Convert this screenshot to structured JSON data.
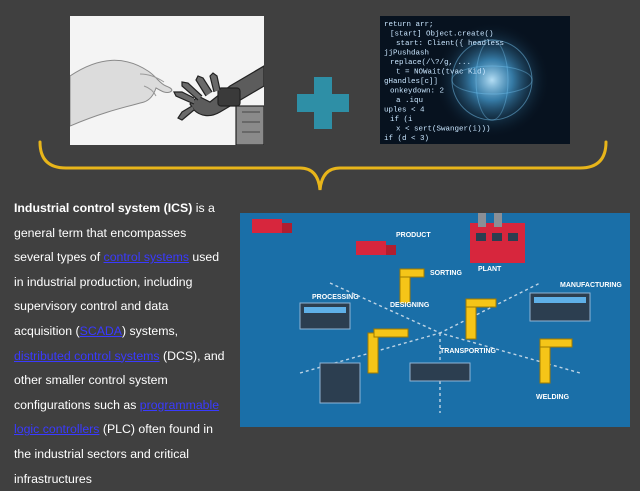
{
  "brace_color": "#e8b51a",
  "accent_color": "#2e8fa6",
  "link_color": "#3a3aff",
  "images": {
    "hands": {
      "icon": "human-robot-hands-icon"
    },
    "code": {
      "icon": "code-globe-icon",
      "code_lines": [
        "return arr;",
        "[start] Object.create()",
        "start: Client({ headless",
        "jjPushdash",
        "replace(/\\?/g, ...",
        "t = NOWait(tvac Kid)",
        "gHandles[c]]",
        "onkeydown: 2",
        "a .iqu",
        "uples < 4",
        "if (i",
        "x < sert(Swanger(i)))",
        "if (d < 3)"
      ]
    },
    "factory": {
      "icon": "smart-factory-icon",
      "labels": [
        "PRODUCT",
        "PLANT",
        "MANUFACTURING",
        "PROCESSING",
        "DESIGNING",
        "SORTING",
        "TRANSPORTING",
        "WELDING"
      ]
    }
  },
  "description": {
    "term": "Industrial control system (ICS)",
    "t1": " is a general term that encompasses several types of ",
    "link1": "control systems",
    "t2": " used in industrial production, including supervisory control and data acquisition (",
    "link2": "SCADA",
    "t3": ") systems, ",
    "link3": "distributed control systems",
    "t4": " (DCS), and other smaller control system configurations such as ",
    "link4": "programmable logic controllers",
    "t5": " (PLC) often found in the industrial sectors and critical infrastructures"
  }
}
